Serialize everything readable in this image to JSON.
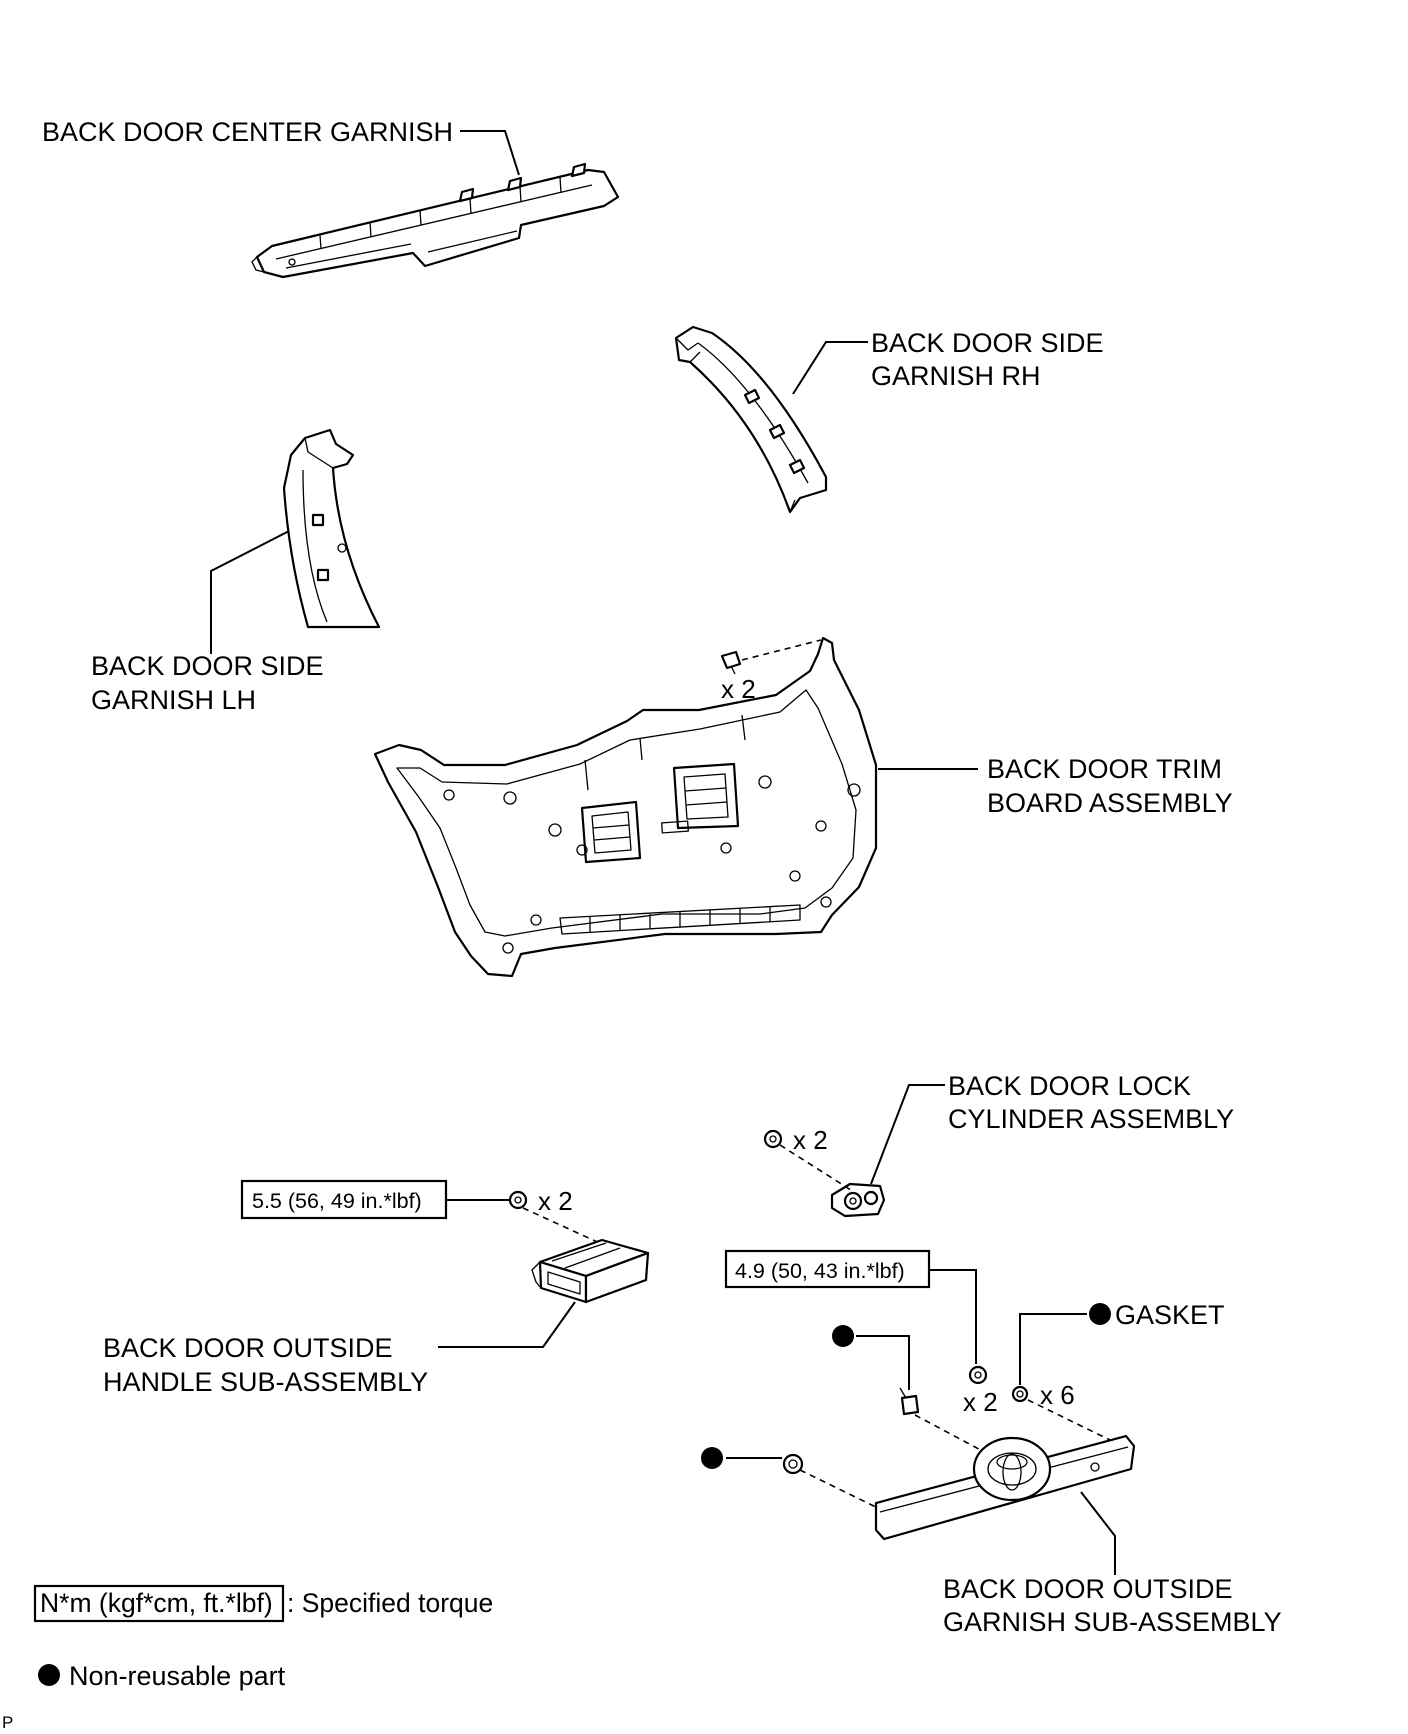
{
  "parts": {
    "center_garnish": {
      "label": [
        "BACK DOOR CENTER GARNISH"
      ]
    },
    "side_garnish_rh": {
      "label": [
        "BACK DOOR SIDE",
        "GARNISH RH"
      ]
    },
    "side_garnish_lh": {
      "label": [
        "BACK DOOR SIDE",
        "GARNISH LH"
      ]
    },
    "trim_board": {
      "label": [
        "BACK DOOR TRIM",
        "BOARD ASSEMBLY"
      ],
      "clip_qty": "x 2"
    },
    "lock_cylinder": {
      "label": [
        "BACK DOOR LOCK",
        "CYLINDER ASSEMBLY"
      ],
      "nut_qty": "x 2"
    },
    "outside_handle": {
      "label": [
        "BACK DOOR OUTSIDE",
        "HANDLE SUB-ASSEMBLY"
      ],
      "nut_qty": "x 2",
      "torque": "5.5 (56, 49 in.*lbf)"
    },
    "outside_garnish": {
      "label": [
        "BACK DOOR OUTSIDE",
        "GARNISH SUB-ASSEMBLY"
      ],
      "nut_qty": "x 2",
      "nut_torque": "4.9 (50, 43 in.*lbf)",
      "gasket_label": "GASKET",
      "gasket_qty": "x 6"
    }
  },
  "legend": {
    "torque_box": "N*m (kgf*cm, ft.*lbf)",
    "torque_text": ": Specified torque",
    "nonreusable_text": "Non-reusable part"
  },
  "corner_mark": "P"
}
